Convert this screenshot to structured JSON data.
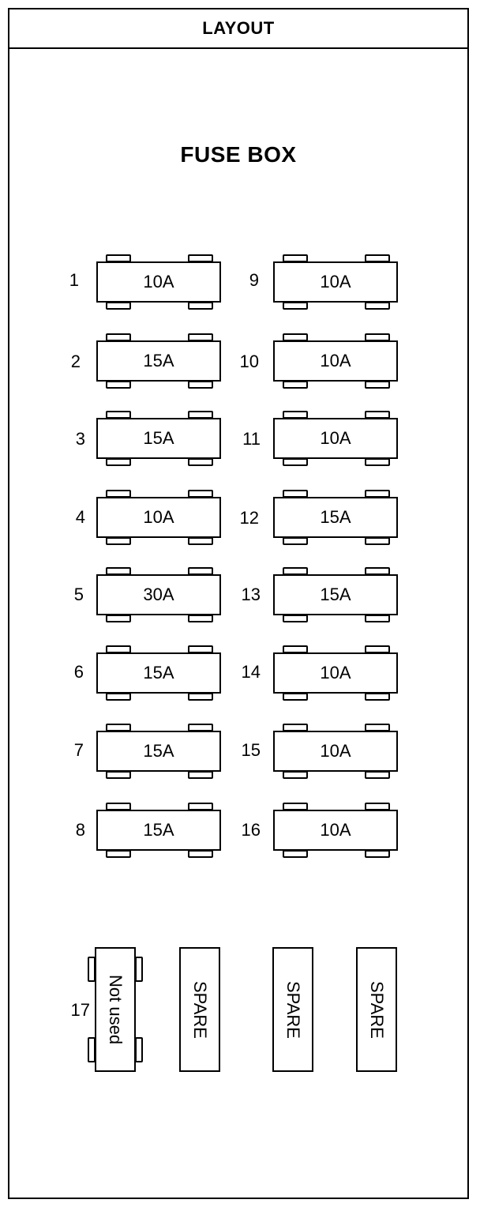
{
  "header": {
    "title": "LAYOUT"
  },
  "diagram": {
    "title": "FUSE BOX"
  },
  "fuses": [
    {
      "number": "1",
      "rating": "10A"
    },
    {
      "number": "2",
      "rating": "15A"
    },
    {
      "number": "3",
      "rating": "15A"
    },
    {
      "number": "4",
      "rating": "10A"
    },
    {
      "number": "5",
      "rating": "30A"
    },
    {
      "number": "6",
      "rating": "15A"
    },
    {
      "number": "7",
      "rating": "15A"
    },
    {
      "number": "8",
      "rating": "15A"
    },
    {
      "number": "9",
      "rating": "10A"
    },
    {
      "number": "10",
      "rating": "10A"
    },
    {
      "number": "11",
      "rating": "10A"
    },
    {
      "number": "12",
      "rating": "15A"
    },
    {
      "number": "13",
      "rating": "15A"
    },
    {
      "number": "14",
      "rating": "10A"
    },
    {
      "number": "15",
      "rating": "10A"
    },
    {
      "number": "16",
      "rating": "10A"
    }
  ],
  "bottom": {
    "fuse17": {
      "number": "17",
      "label": "Not used"
    },
    "spares": [
      "SPARE",
      "SPARE",
      "SPARE"
    ]
  }
}
